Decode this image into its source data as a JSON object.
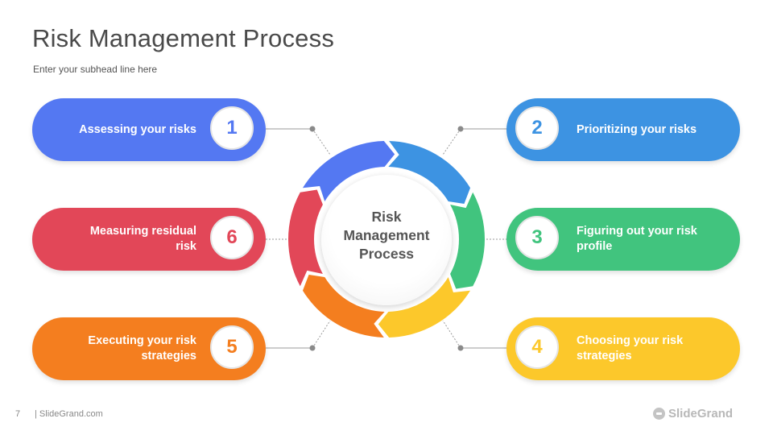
{
  "header": {
    "title": "Risk Management Process",
    "subtitle": "Enter your subhead line here"
  },
  "center": {
    "line1": "Risk",
    "line2": "Management",
    "line3": "Process"
  },
  "steps": [
    {
      "number": "1",
      "label": "Assessing your risks",
      "color": "#5478f2"
    },
    {
      "number": "2",
      "label": "Prioritizing your risks",
      "color": "#3d93e2"
    },
    {
      "number": "3",
      "label": "Figuring out your risk profile",
      "color": "#41c47e"
    },
    {
      "number": "4",
      "label": "Choosing your risk strategies",
      "color": "#fcc82b"
    },
    {
      "number": "5",
      "label": "Executing your risk strategies",
      "color": "#f47e1f"
    },
    {
      "number": "6",
      "label": "Measuring residual risk",
      "color": "#e24758"
    }
  ],
  "footer": {
    "page": "7",
    "site": "| SlideGrand.com",
    "logo": "SlideGrand"
  }
}
